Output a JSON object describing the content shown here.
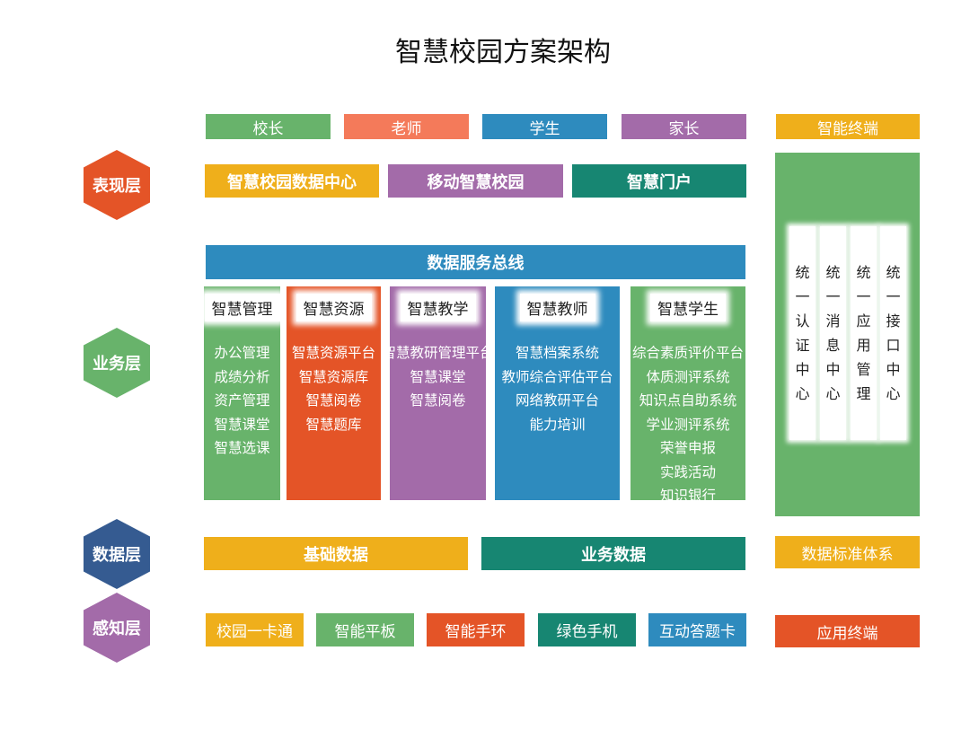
{
  "title": "智慧校园方案架构",
  "roles": [
    "校长",
    "老师",
    "学生",
    "家长"
  ],
  "terminal_header": "智能终端",
  "layers": [
    "表现层",
    "业务层",
    "数据层",
    "感知层"
  ],
  "presentation": [
    "智慧校园数据中心",
    "移动智慧校园",
    "智慧门户"
  ],
  "bus": "数据服务总线",
  "columns": [
    {
      "header": "智慧管理",
      "items": [
        "办公管理",
        "成绩分析",
        "资产管理",
        "智慧课堂",
        "智慧选课"
      ]
    },
    {
      "header": "智慧资源",
      "items": [
        "智慧资源平台",
        "智慧资源库",
        "智慧阅卷",
        "智慧题库"
      ]
    },
    {
      "header": "智慧教学",
      "items": [
        "智慧教研管理平台",
        "智慧课堂",
        "智慧阅卷"
      ]
    },
    {
      "header": "智慧教师",
      "items": [
        "智慧档案系统",
        "教师综合评估平台",
        "网络教研平台",
        "能力培训"
      ]
    },
    {
      "header": "智慧学生",
      "items": [
        "综合素质评价平台",
        "体质测评系统",
        "知识点自助系统",
        "学业测评系统",
        "荣誉申报",
        "实践活动",
        "知识银行"
      ]
    }
  ],
  "unified": [
    "统一认证中心",
    "统一消息中心",
    "统一应用管理",
    "统一接口中心"
  ],
  "data_layer": [
    "基础数据",
    "业务数据"
  ],
  "data_standard": "数据标准体系",
  "devices": [
    "校园一卡通",
    "智能平板",
    "智能手环",
    "绿色手机",
    "互动答题卡"
  ],
  "app_terminal": "应用终端",
  "colors": {
    "green": "#68b36b",
    "orange": "#e45427",
    "purple": "#a36ba9",
    "blue": "#2e8bbe",
    "yellow": "#efaf1b",
    "teal": "#178672",
    "salmon": "#f47a5a",
    "navy": "#355b91"
  }
}
